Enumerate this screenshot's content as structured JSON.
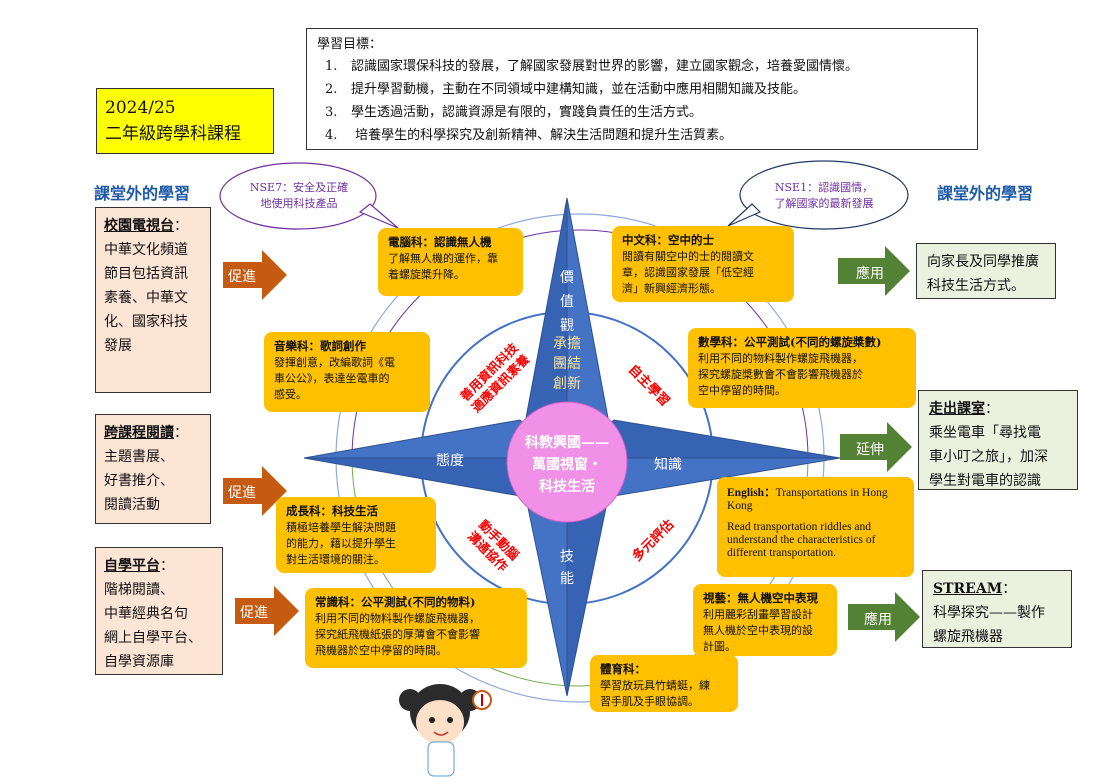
{
  "goals": {
    "heading": "學習目標：",
    "items": [
      {
        "num": "1.",
        "text": "認識國家環保科技的發展，了解國家發展對世界的影響，建立國家觀念，培養愛國情懷。"
      },
      {
        "num": "2.",
        "text": "提升學習動機，主動在不同領域中建構知識，並在活動中應用相關知識及技能。"
      },
      {
        "num": "3.",
        "text": "學生透過活動，認識資源是有限的，實踐負責任的生活方式。"
      },
      {
        "num": "4.",
        "text": " 培養學生的科學探究及創新精神、解決生活問題和提升生活質素。"
      }
    ]
  },
  "title": {
    "year": "2024/25",
    "name": "二年級跨學科課程"
  },
  "outside_left": "課堂外的學習",
  "outside_right": "課堂外的學習",
  "bubbles": {
    "left": {
      "line1": "NSE7：安全及正確",
      "line2": "地使用科技產品"
    },
    "right": {
      "line1": "NSE1：認識國情，",
      "line2": "了解國家的最新發展"
    }
  },
  "left_boxes": [
    {
      "heading": "校園電視台",
      "colon": "：",
      "body": [
        "中華文化頻道",
        "節目包括資訊",
        "素養、中華文",
        "化、國家科技",
        "發展"
      ],
      "arrow": "促進"
    },
    {
      "heading": "跨課程閱讀",
      "colon": "：",
      "body": [
        "主題書展、",
        "好書推介、",
        "閱讀活動"
      ],
      "arrow": "促進"
    },
    {
      "heading": "自學平台",
      "colon": "：",
      "body": [
        "階梯閱讀、",
        "中華經典名句",
        "網上自學平台、",
        "自學資源庫"
      ],
      "arrow": "促進"
    }
  ],
  "right_boxes": [
    {
      "heading": "",
      "colon": "",
      "body": [
        "向家長及同學推廣",
        "科技生活方式。"
      ],
      "arrow": "應用"
    },
    {
      "heading": "走出課室",
      "colon": "：",
      "body": [
        "乘坐電車「尋找電",
        "車小叮之旅」，加深",
        "學生對電車的認識"
      ],
      "arrow": "延伸"
    },
    {
      "heading": "STREAM",
      "colon": "：",
      "body": [
        "科學探究——製作",
        "螺旋飛機器"
      ],
      "arrow": "應用"
    }
  ],
  "subjects": {
    "computer": {
      "title": "電腦科：認識無人機",
      "body": [
        "了解無人機的運作，靠",
        "着螺旋槳升降。"
      ]
    },
    "chinese": {
      "title": "中文科：空中的士",
      "body": [
        "閱讀有關空中的士的閱讀文",
        "章，認識國家發展「低空經",
        "濟」新興經濟形態。"
      ]
    },
    "music": {
      "title": "音樂科：歌詞創作",
      "body": [
        "發揮創意，改編歌詞《電",
        "車公公》，表達坐電車的",
        "感受。"
      ]
    },
    "math": {
      "title": "數學科：公平測試(不同的螺旋槳數)",
      "body": [
        "利用不同的物料製作螺旋飛機器，",
        "探究螺旋槳數會不會影響飛機器於",
        "空中停留的時間。"
      ]
    },
    "growth": {
      "title": "成長科：科技生活",
      "body": [
        "積極培養學生解決問題",
        "的能力，藉以提升學生",
        "對生活環境的關注。"
      ]
    },
    "english": {
      "title": "English：",
      "title2": "Transportations in Hong Kong",
      "body": "Read transportation riddles and understand the characteristics of different transportation."
    },
    "gs": {
      "title": "常識科：公平測試(不同的物料)",
      "body": [
        "利用不同的物料製作螺旋飛機器，",
        "探究紙飛機紙張的厚薄會不會影響",
        "飛機器於空中停留的時間。"
      ]
    },
    "art": {
      "title": "視藝：無人機空中表現",
      "body": [
        "利用麗彩刮畫學習設計",
        "無人機於空中表現的設",
        "計圖。"
      ]
    },
    "pe": {
      "title": "體育科：",
      "body": [
        "學習放玩具竹蜻蜓，練",
        "習手肌及手眼協調。"
      ]
    }
  },
  "compass": {
    "center": [
      "科教興國——",
      "萬國視窗・",
      "科技生活"
    ],
    "north": [
      "價",
      "值",
      "觀"
    ],
    "north_inner": [
      "承擔",
      "團結",
      "創新"
    ],
    "south": [
      "技",
      "能"
    ],
    "west": "態度",
    "east": "知識",
    "ring_nw": [
      "善用資訊科技",
      "適應資訊素養"
    ],
    "ring_ne": "自主學習",
    "ring_sw": [
      "動手動腦",
      "溝通協作"
    ],
    "ring_se": "多元評估"
  },
  "colors": {
    "orange": "#ffc000",
    "peach": "#fde5d6",
    "green_box": "#eaf2df",
    "green_arrow": "#548235",
    "orange_arrow": "#c55a11",
    "navy": "#4472c4",
    "center": "#f090e6",
    "ring_text": "#ff0000",
    "title_bg": "#ffff00"
  }
}
